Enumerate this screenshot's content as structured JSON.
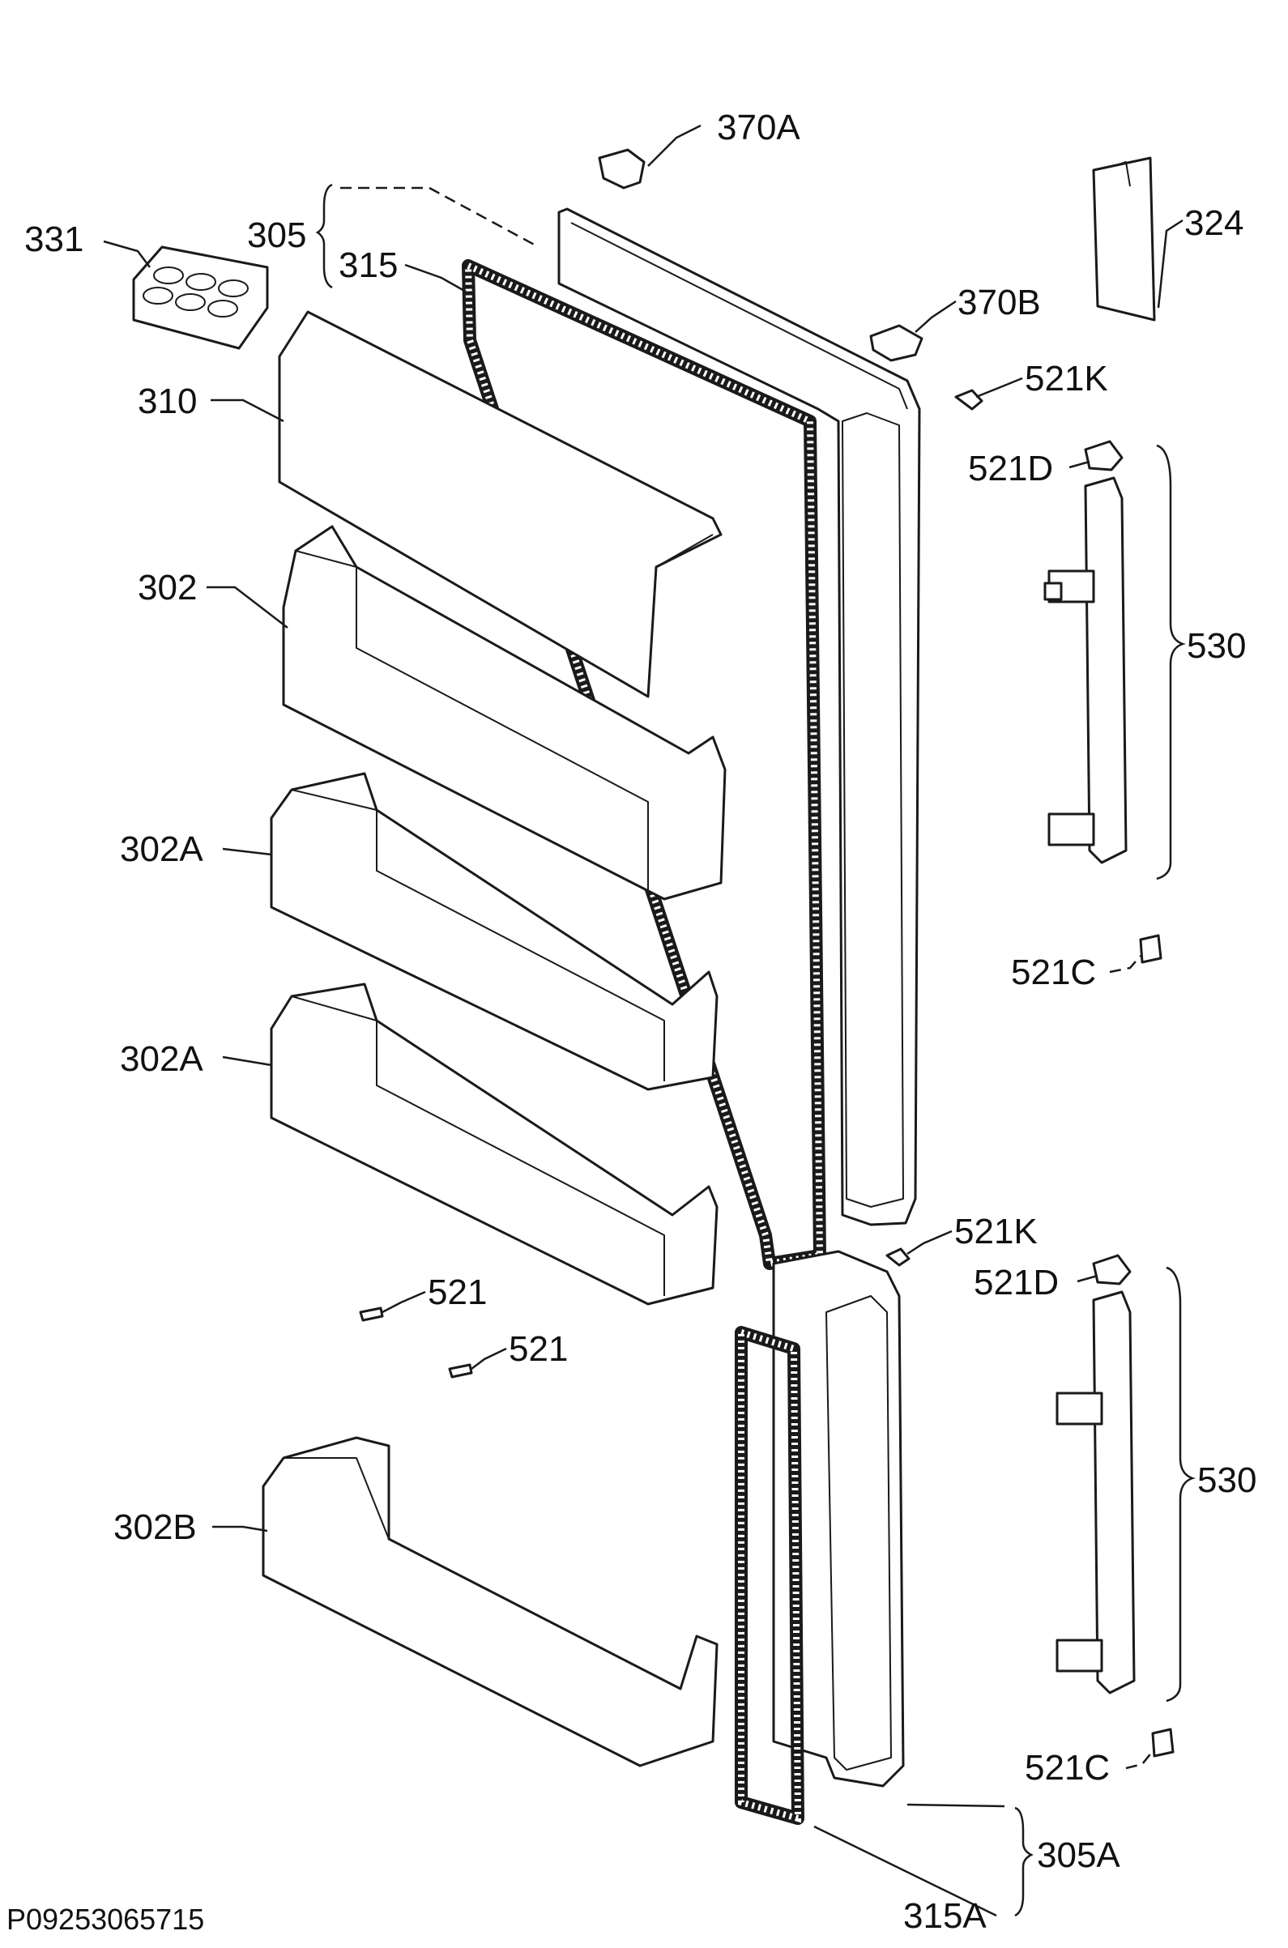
{
  "labels": {
    "l370a": "370A",
    "l324": "324",
    "l331": "331",
    "l305": "305",
    "l315": "315",
    "l370b": "370B",
    "l521k_top": "521K",
    "l310": "310",
    "l521d_top": "521D",
    "l302": "302",
    "l530_top": "530",
    "l302a_1": "302A",
    "l521c_top": "521C",
    "l302a_2": "302A",
    "l521k_bot": "521K",
    "l521_1": "521",
    "l521d_bot": "521D",
    "l521_2": "521",
    "l530_bot": "530",
    "l302b": "302B",
    "l521c_bot": "521C",
    "l305a": "305A",
    "l315a": "315A"
  },
  "footer": {
    "drawing_code": "P09253065715"
  }
}
